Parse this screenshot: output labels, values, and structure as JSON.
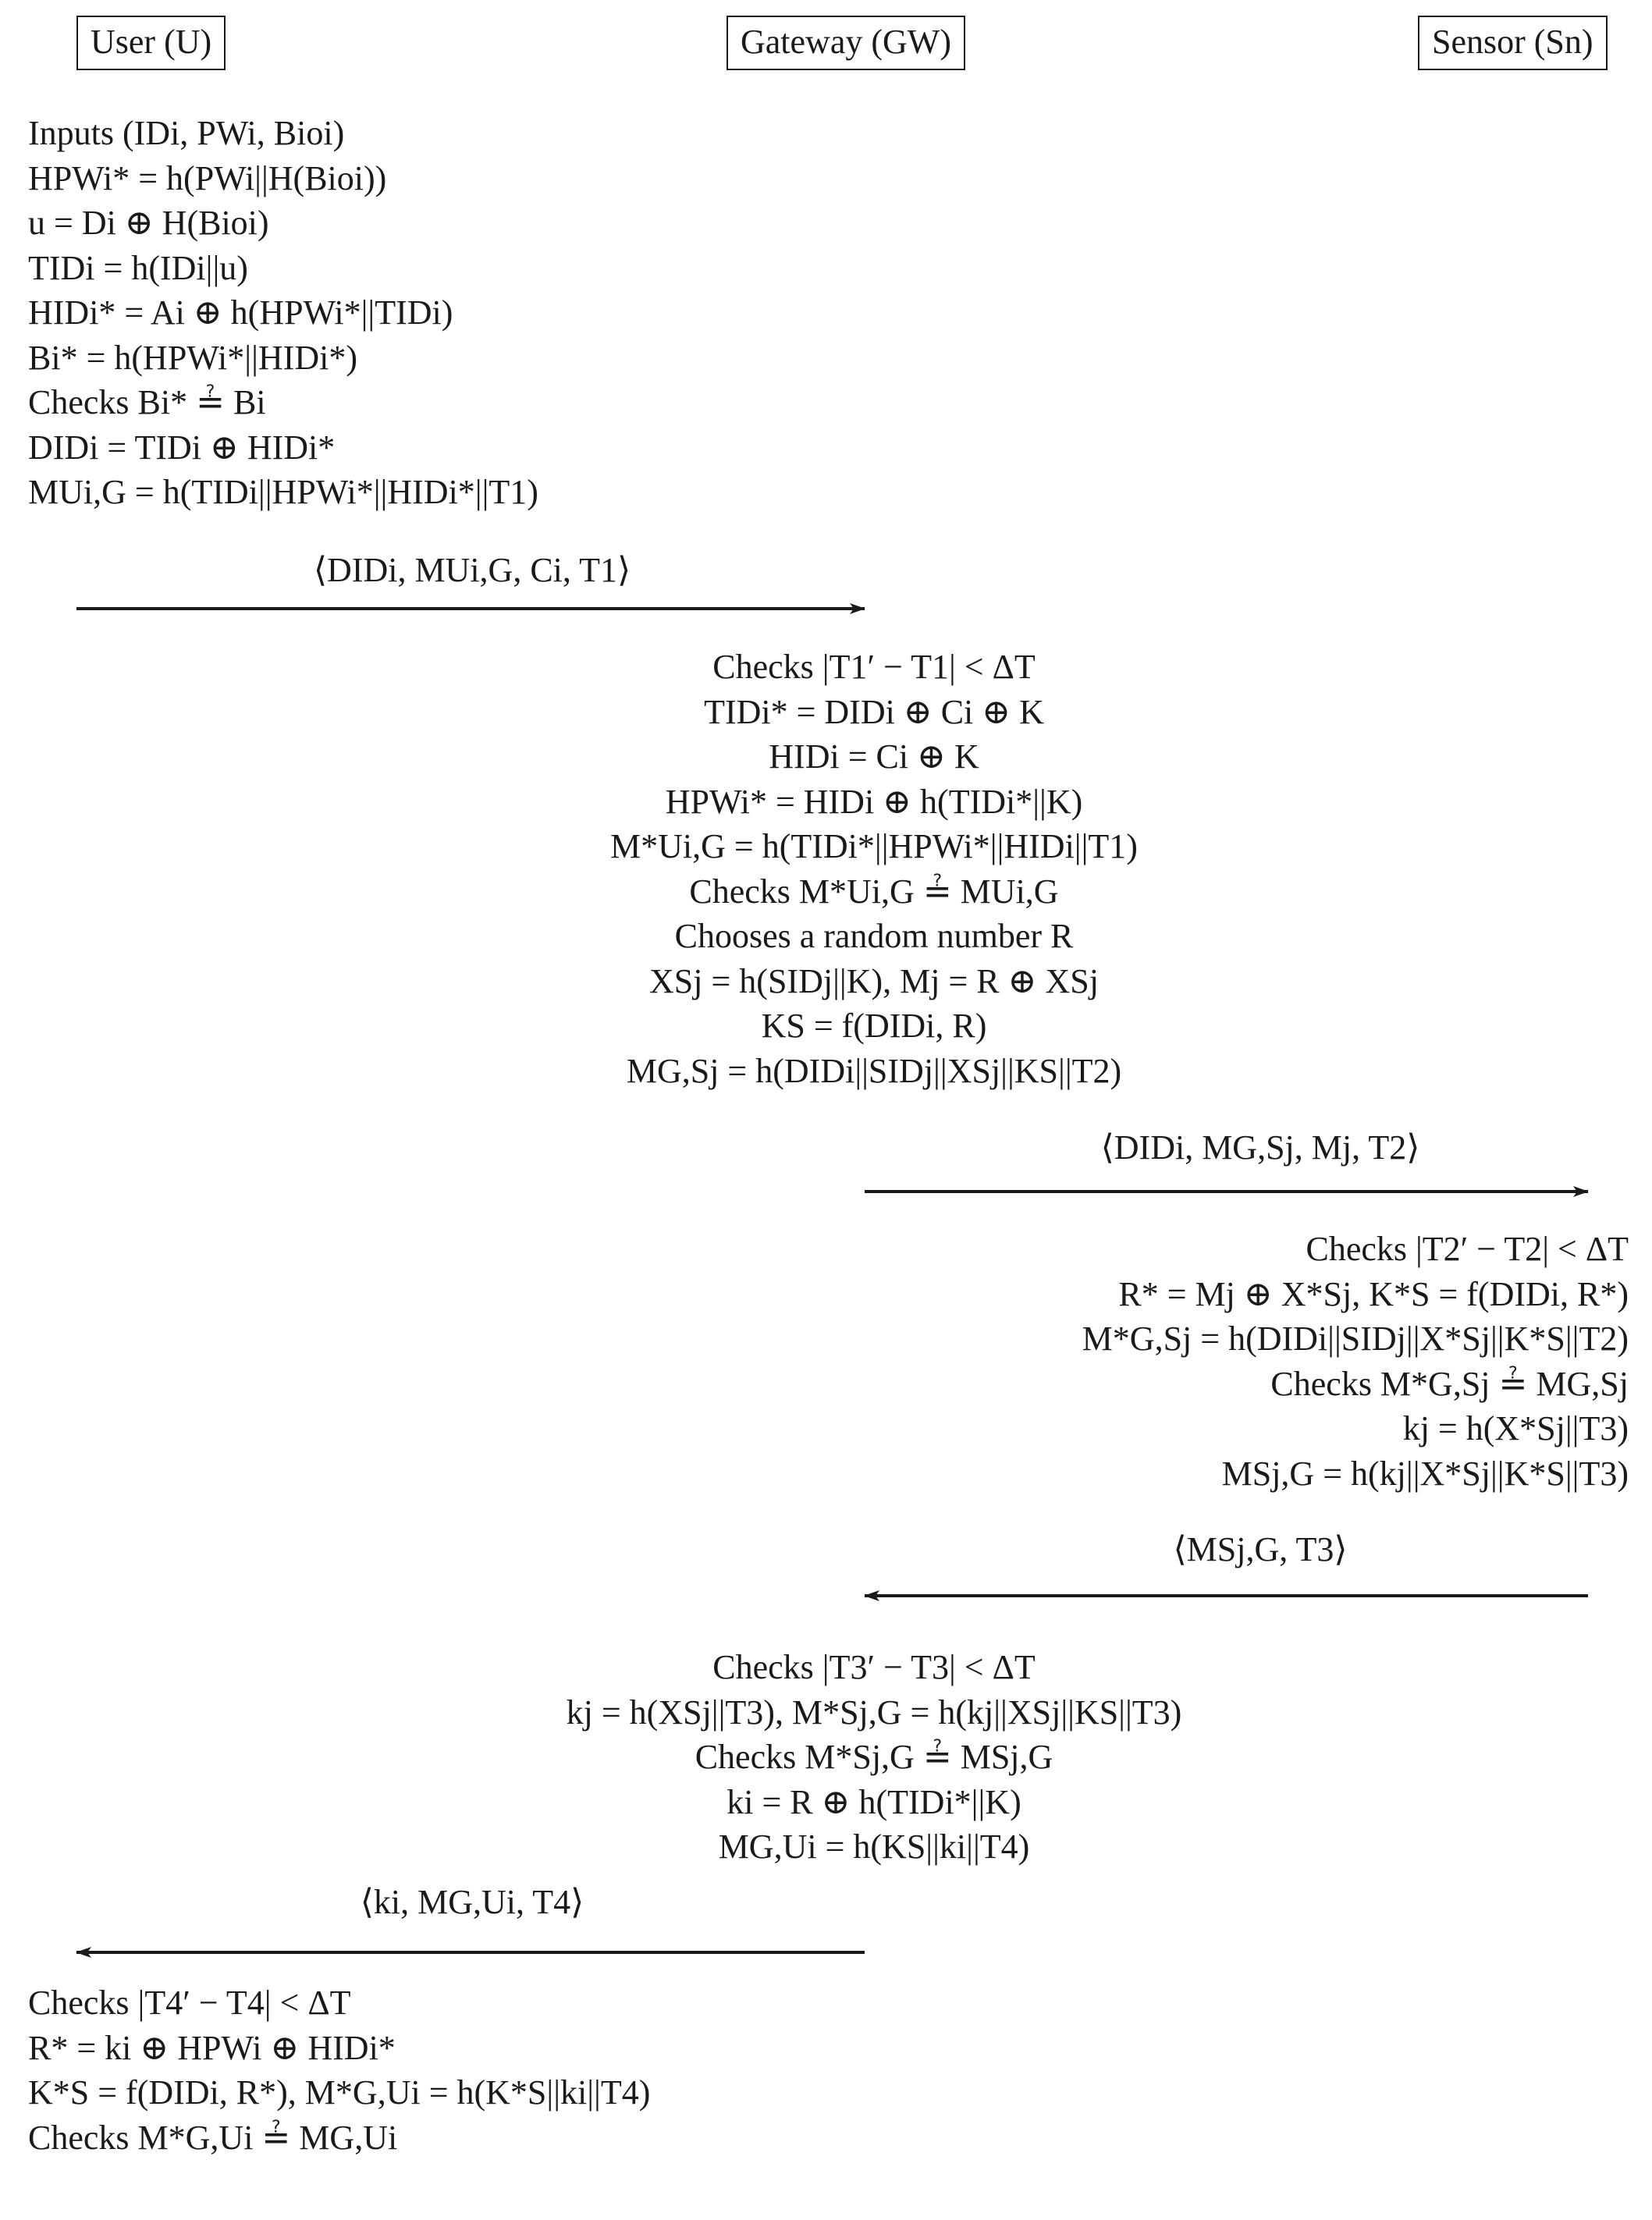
{
  "parties": {
    "user": "User (U)",
    "gateway": "Gateway (GW)",
    "sensor": "Sensor (Sn)"
  },
  "user_step1": [
    "Inputs (IDi, PWi, Bioi)",
    "HPWi* = h(PWi||H(Bioi))",
    "u = Di ⊕ H(Bioi)",
    "TIDi = h(IDi||u)",
    "HIDi* = Ai ⊕ h(HPWi*||TIDi)",
    "Bi* = h(HPWi*||HIDi*)",
    "Checks Bi* ≟ Bi",
    "DIDi = TIDi ⊕ HIDi*",
    "MUi,G = h(TIDi||HPWi*||HIDi*||T1)"
  ],
  "msg1": "⟨DIDi, MUi,G, Ci, T1⟩",
  "gateway_step1": [
    "Checks |T1′ − T1| < ΔT",
    "TIDi* = DIDi ⊕ Ci ⊕ K",
    "HIDi = Ci ⊕ K",
    "HPWi* = HIDi ⊕ h(TIDi*||K)",
    "M*Ui,G = h(TIDi*||HPWi*||HIDi||T1)",
    "Checks M*Ui,G ≟ MUi,G",
    "Chooses a random number R",
    "XSj = h(SIDj||K), Mj = R ⊕ XSj",
    "KS = f(DIDi, R)",
    "MG,Sj = h(DIDi||SIDj||XSj||KS||T2)"
  ],
  "msg2": "⟨DIDi, MG,Sj, Mj, T2⟩",
  "sensor_step": [
    "Checks |T2′ − T2| < ΔT",
    "R* = Mj ⊕ X*Sj, K*S = f(DIDi, R*)",
    "M*G,Sj = h(DIDi||SIDj||X*Sj||K*S||T2)",
    "Checks M*G,Sj ≟ MG,Sj",
    "kj = h(X*Sj||T3)",
    "MSj,G = h(kj||X*Sj||K*S||T3)"
  ],
  "msg3": "⟨MSj,G, T3⟩",
  "gateway_step2": [
    "Checks |T3′ − T3| < ΔT",
    "kj = h(XSj||T3), M*Sj,G = h(kj||XSj||KS||T3)",
    "Checks M*Sj,G ≟ MSj,G",
    "ki = R ⊕ h(TIDi*||K)",
    "MG,Ui = h(KS||ki||T4)"
  ],
  "msg4": "⟨ki, MG,Ui, T4⟩",
  "user_step2": [
    "Checks |T4′ − T4| < ΔT",
    "R* = ki ⊕ HPWi ⊕ HIDi*",
    "K*S = f(DIDi, R*), M*G,Ui = h(K*S||ki||T4)",
    "Checks M*G,Ui ≟ MG,Ui"
  ]
}
